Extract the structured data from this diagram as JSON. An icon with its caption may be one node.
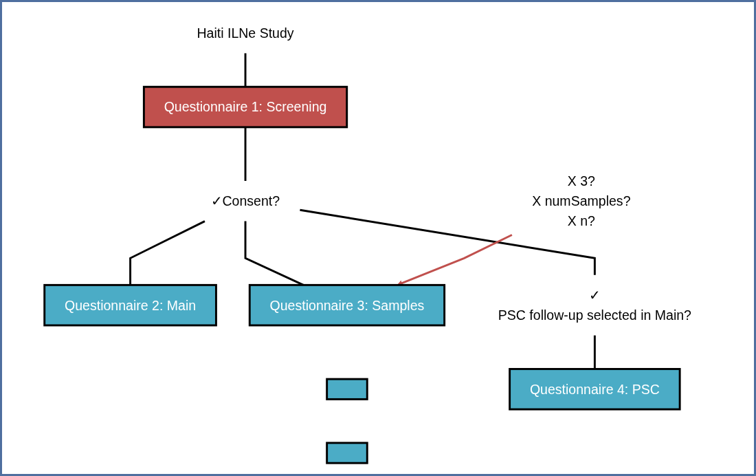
{
  "diagram": {
    "nodes": [
      {
        "text": [
          "Haiti ILNe  Study"
        ]
      },
      {
        "text": [
          "Questionnaire 1: Screening"
        ]
      },
      {
        "text": [
          "✓Consent?"
        ]
      },
      {
        "text": [
          "Questionnaire 2: Main"
        ]
      },
      {
        "text": [
          "Questionnaire 3: Samples"
        ]
      },
      {
        "text": [],
        "shape": "box"
      },
      {
        "text": [],
        "shape": "box"
      },
      {
        "text": [
          "✓",
          "PSC follow-up selected in Main?"
        ]
      },
      {
        "text": [
          "Questionnaire 4: PSC"
        ]
      },
      {
        "text": [
          "X 3?",
          "X numSamples?",
          "X n?"
        ]
      }
    ],
    "edges": [
      {
        "from": 0,
        "to": 1,
        "arrow": "none"
      },
      {
        "from": 1,
        "to": 2,
        "arrow": "none"
      },
      {
        "from": 2,
        "to": 3,
        "arrow": "none"
      },
      {
        "from": 2,
        "to": 4,
        "arrow": "none"
      },
      {
        "from": 2,
        "to": 7,
        "arrow": "none"
      },
      {
        "from": 7,
        "to": 8,
        "arrow": "none"
      },
      {
        "from": 9,
        "to": 4,
        "arrow": "to",
        "color": "#c0504d"
      }
    ]
  }
}
